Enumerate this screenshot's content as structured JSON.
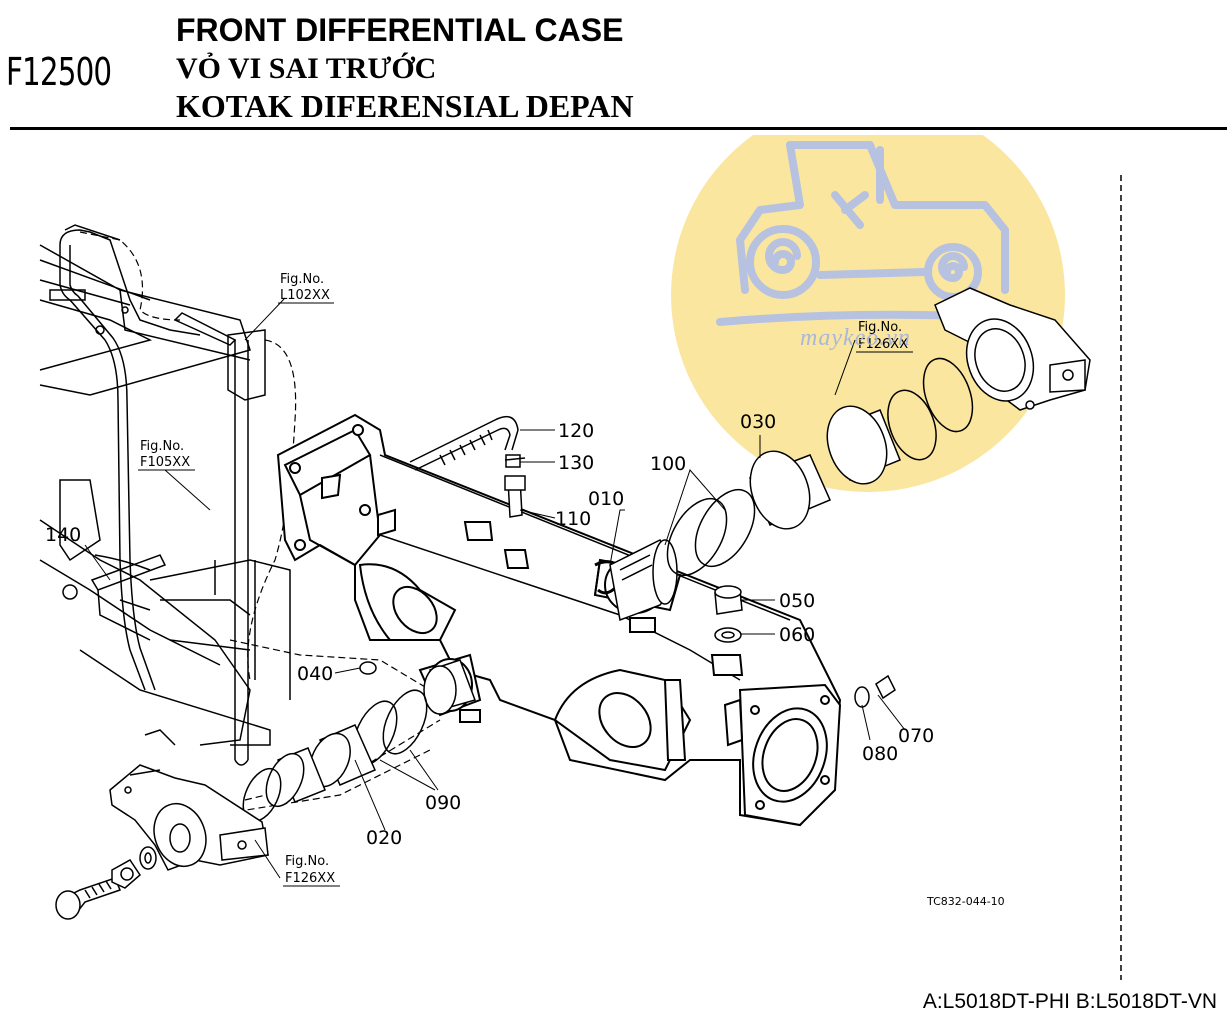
{
  "header": {
    "figure_code": "F12500",
    "title_en": "FRONT DIFFERENTIAL CASE",
    "title_vi": "VỎ VI SAI TRƯỚC",
    "title_id": "KOTAK DIFERENSIAL DEPAN"
  },
  "watermark": {
    "text": "maykeo.vn",
    "circle_color": "#fbe6a0",
    "logo_color": "#b6c2e0"
  },
  "references": [
    {
      "label": "Fig.No.",
      "code": "L102XX"
    },
    {
      "label": "Fig.No.",
      "code": "F105XX"
    },
    {
      "label": "Fig.No.",
      "code": "F126XX"
    },
    {
      "label": "Fig.No.",
      "code": "F126XX"
    }
  ],
  "callouts": {
    "p010": "010",
    "p020": "020",
    "p030": "030",
    "p040": "040",
    "p050": "050",
    "p060": "060",
    "p070": "070",
    "p080": "080",
    "p090": "090",
    "p100": "100",
    "p110": "110",
    "p120": "120",
    "p130": "130",
    "p140": "140"
  },
  "drawing_code": "TC832-044-10",
  "footer": {
    "model_codes": "A:L5018DT-PHI B:L5018DT-VN"
  }
}
